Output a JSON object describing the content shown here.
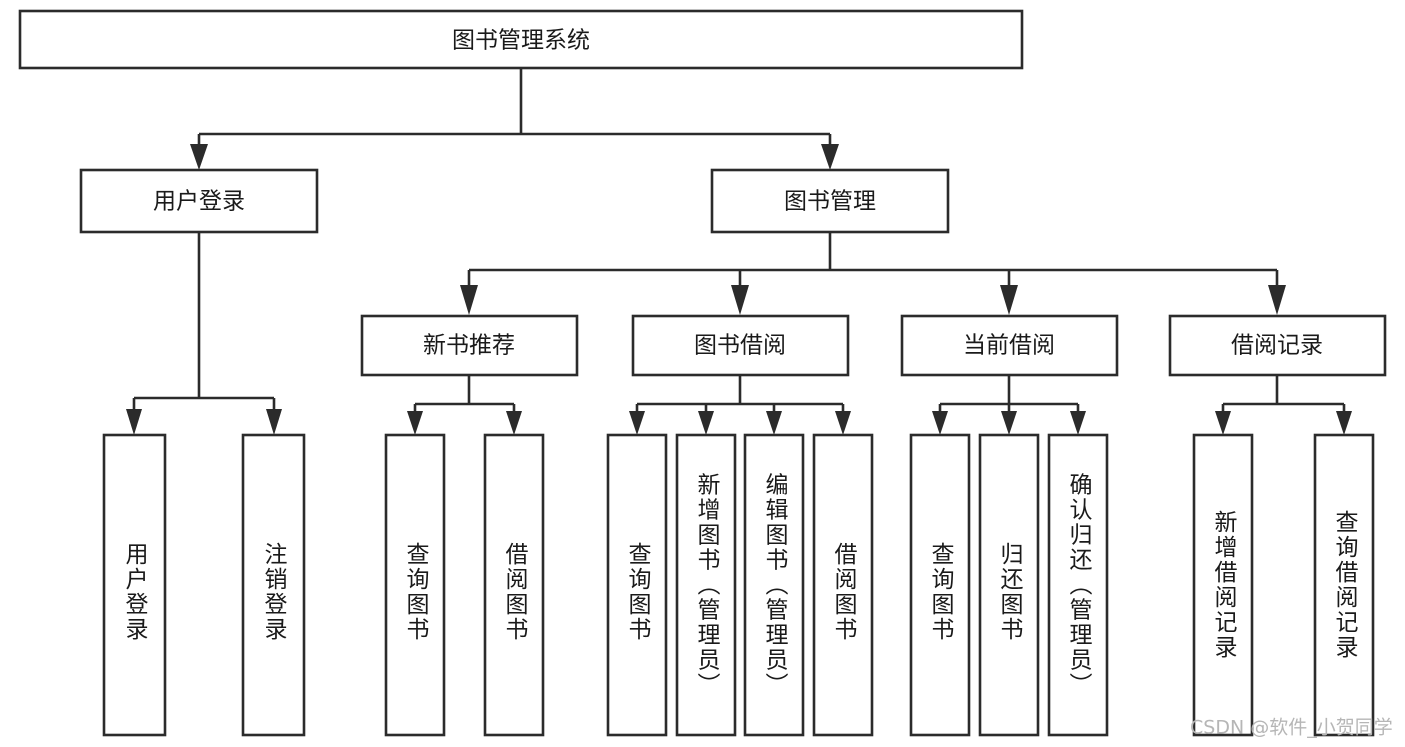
{
  "diagram": {
    "type": "tree",
    "title": "图书管理系统",
    "orientation": "top-down",
    "levels": 4,
    "colors": {
      "stroke": "#2b2b2b",
      "box_fill": "#ffffff",
      "text": "#1a1a1a",
      "background": "#ffffff",
      "watermark": "#b6b6b6"
    }
  },
  "nodes": {
    "root": {
      "label": "图书管理系统",
      "orientation": "horizontal"
    },
    "level2": [
      {
        "label": "用户登录",
        "orientation": "horizontal"
      },
      {
        "label": "图书管理",
        "orientation": "horizontal"
      }
    ],
    "level3": [
      {
        "label": "新书推荐",
        "orientation": "horizontal"
      },
      {
        "label": "图书借阅",
        "orientation": "horizontal"
      },
      {
        "label": "当前借阅",
        "orientation": "horizontal"
      },
      {
        "label": "借阅记录",
        "orientation": "horizontal"
      }
    ],
    "leaves_user_login": [
      {
        "label": "用户登录",
        "orientation": "vertical"
      },
      {
        "label": "注销登录",
        "orientation": "vertical"
      }
    ],
    "leaves_new_book": [
      {
        "label": "查询图书",
        "orientation": "vertical"
      },
      {
        "label": "借阅图书",
        "orientation": "vertical"
      }
    ],
    "leaves_book_borrow": [
      {
        "label": "查询图书",
        "orientation": "vertical"
      },
      {
        "label": "新增图书（管理员）",
        "orientation": "vertical"
      },
      {
        "label": "编辑图书（管理员）",
        "orientation": "vertical"
      },
      {
        "label": "借阅图书",
        "orientation": "vertical"
      }
    ],
    "leaves_current_borrow": [
      {
        "label": "查询图书",
        "orientation": "vertical"
      },
      {
        "label": "归还图书",
        "orientation": "vertical"
      },
      {
        "label": "确认归还（管理员）",
        "orientation": "vertical"
      }
    ],
    "leaves_borrow_record": [
      {
        "label": "新增借阅记录",
        "orientation": "vertical"
      },
      {
        "label": "查询借阅记录",
        "orientation": "vertical"
      }
    ]
  },
  "watermark": {
    "text": "CSDN @软件_小贺同学"
  }
}
